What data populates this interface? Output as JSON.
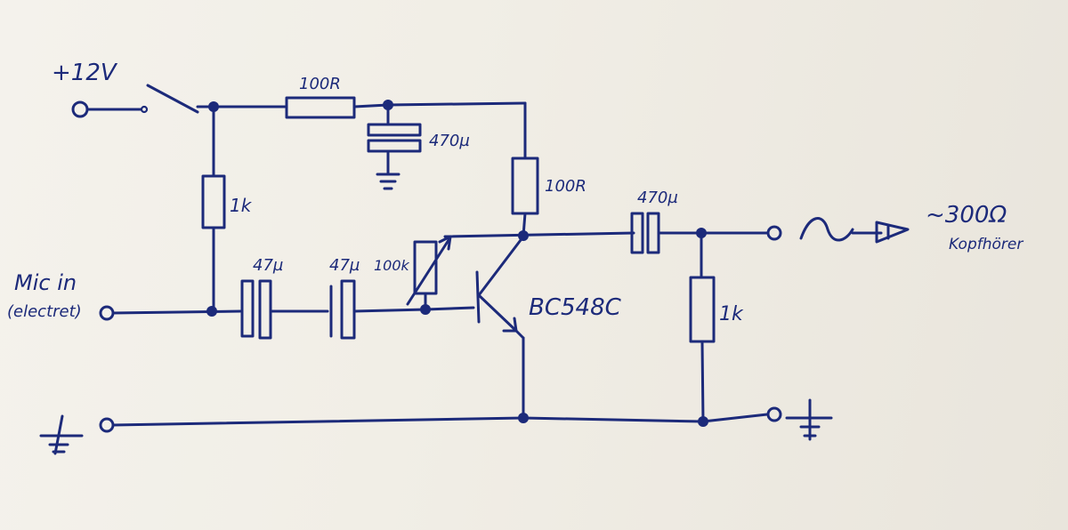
{
  "diagram": {
    "ink_color": "#1c2a7a",
    "paper_color": "#f2efe8",
    "labels": {
      "supply": "+12V",
      "r_supply": "100R",
      "c_filter": "470µ",
      "r_bias": "1k",
      "r_collector": "100R",
      "c_out": "470µ",
      "c_in1": "47µ",
      "c_in2": "47µ",
      "pot": "100k",
      "transistor": "BC548C",
      "r_load": "1k",
      "impedance": "~300Ω",
      "headphones": "Kopfhörer",
      "mic_in": "Mic in",
      "mic_type": "(electret)"
    }
  }
}
